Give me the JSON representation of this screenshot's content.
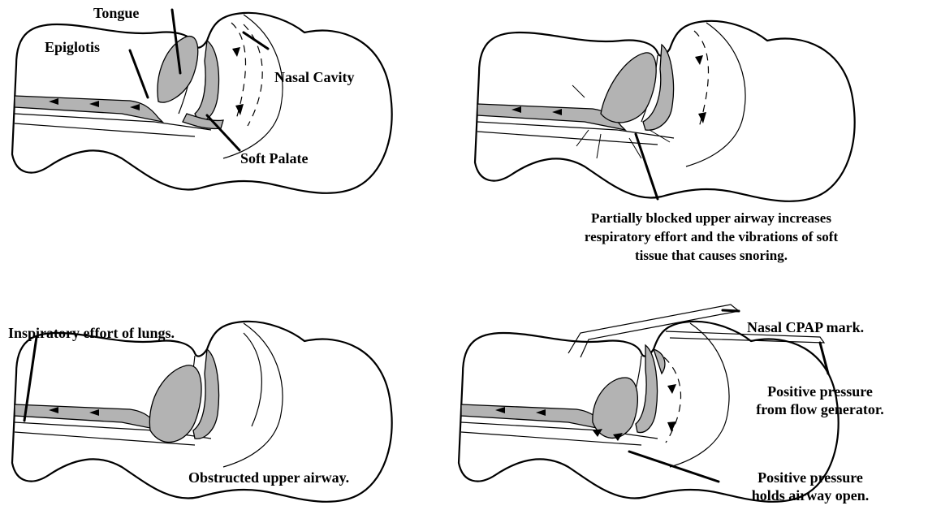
{
  "panels": [
    {
      "labels": {
        "tongue": "Tongue",
        "epiglottis": "Epiglotis",
        "nasal_cavity": "Nasal Cavity",
        "soft_palate": "Soft Palate"
      }
    },
    {
      "caption": [
        "Partially blocked upper airway increases",
        "respiratory effort and the vibrations of soft",
        "tissue that causes snoring."
      ]
    },
    {
      "labels": {
        "inspiratory_effort": "Inspiratory effort of lungs.",
        "obstructed_airway": "Obstructed upper airway."
      }
    },
    {
      "labels": {
        "cpap_mask": "Nasal CPAP mark.",
        "positive_pressure_generator": [
          "Positive pressure",
          "from flow generator."
        ],
        "positive_pressure_airway": [
          "Positive pressure",
          "holds airway open."
        ]
      }
    }
  ],
  "colors": {
    "tissue": "#b3b3b3",
    "line": "#000000",
    "background": "#ffffff"
  }
}
